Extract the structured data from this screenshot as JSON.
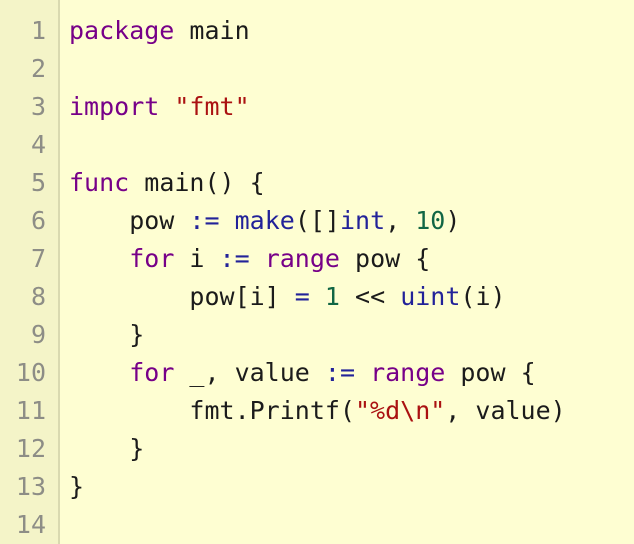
{
  "editor": {
    "language": "go",
    "colors": {
      "background": "#fefed2",
      "gutter": "#f4f4c8",
      "keyword": "#770088",
      "string": "#aa1111",
      "number": "#116644",
      "builtin": "#222299",
      "plain": "#1b1b1b"
    },
    "lines": [
      {
        "n": "1",
        "tokens": [
          {
            "t": "package",
            "c": "kw"
          },
          {
            "t": " main",
            "c": "pl"
          }
        ]
      },
      {
        "n": "2",
        "tokens": []
      },
      {
        "n": "3",
        "tokens": [
          {
            "t": "import",
            "c": "kw"
          },
          {
            "t": " ",
            "c": "pl"
          },
          {
            "t": "\"fmt\"",
            "c": "str"
          }
        ]
      },
      {
        "n": "4",
        "tokens": []
      },
      {
        "n": "5",
        "tokens": [
          {
            "t": "func",
            "c": "kw"
          },
          {
            "t": " main() {",
            "c": "pl"
          }
        ]
      },
      {
        "n": "6",
        "tokens": [
          {
            "t": "    pow ",
            "c": "pl"
          },
          {
            "t": ":=",
            "c": "fn"
          },
          {
            "t": " ",
            "c": "pl"
          },
          {
            "t": "make",
            "c": "fn"
          },
          {
            "t": "([]",
            "c": "pl"
          },
          {
            "t": "int",
            "c": "fn"
          },
          {
            "t": ", ",
            "c": "pl"
          },
          {
            "t": "10",
            "c": "num"
          },
          {
            "t": ")",
            "c": "pl"
          }
        ]
      },
      {
        "n": "7",
        "tokens": [
          {
            "t": "    ",
            "c": "pl"
          },
          {
            "t": "for",
            "c": "kw"
          },
          {
            "t": " i ",
            "c": "pl"
          },
          {
            "t": ":=",
            "c": "fn"
          },
          {
            "t": " ",
            "c": "pl"
          },
          {
            "t": "range",
            "c": "kw"
          },
          {
            "t": " pow {",
            "c": "pl"
          }
        ]
      },
      {
        "n": "8",
        "tokens": [
          {
            "t": "        pow[i] ",
            "c": "pl"
          },
          {
            "t": "=",
            "c": "fn"
          },
          {
            "t": " ",
            "c": "pl"
          },
          {
            "t": "1",
            "c": "num"
          },
          {
            "t": " << ",
            "c": "pl"
          },
          {
            "t": "uint",
            "c": "fn"
          },
          {
            "t": "(i)",
            "c": "pl"
          }
        ]
      },
      {
        "n": "9",
        "tokens": [
          {
            "t": "    }",
            "c": "pl"
          }
        ]
      },
      {
        "n": "10",
        "tokens": [
          {
            "t": "    ",
            "c": "pl"
          },
          {
            "t": "for",
            "c": "kw"
          },
          {
            "t": " _, value ",
            "c": "pl"
          },
          {
            "t": ":=",
            "c": "fn"
          },
          {
            "t": " ",
            "c": "pl"
          },
          {
            "t": "range",
            "c": "kw"
          },
          {
            "t": " pow {",
            "c": "pl"
          }
        ]
      },
      {
        "n": "11",
        "tokens": [
          {
            "t": "        fmt.Printf(",
            "c": "pl"
          },
          {
            "t": "\"%d\\n\"",
            "c": "str"
          },
          {
            "t": ", value)",
            "c": "pl"
          }
        ]
      },
      {
        "n": "12",
        "tokens": [
          {
            "t": "    }",
            "c": "pl"
          }
        ]
      },
      {
        "n": "13",
        "tokens": [
          {
            "t": "}",
            "c": "pl"
          }
        ]
      },
      {
        "n": "14",
        "tokens": []
      }
    ]
  }
}
